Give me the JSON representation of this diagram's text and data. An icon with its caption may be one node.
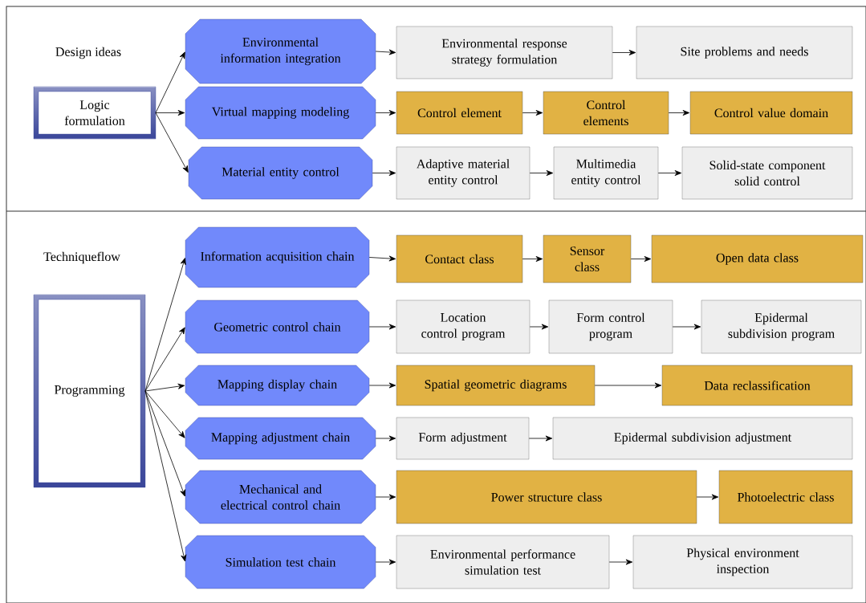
{
  "diagram": {
    "nodes": [
      {
        "text": [
          "Logic formulation"
        ]
      },
      {
        "text": [
          "Environmental information integration"
        ]
      },
      {
        "text": [
          "Virtual mapping modeling"
        ]
      },
      {
        "text": [
          "Material entity control"
        ]
      },
      {
        "text": [
          "Environmental response strategy formulation"
        ]
      },
      {
        "text": [
          "Site problems and needs"
        ]
      },
      {
        "text": [
          "Control element"
        ]
      },
      {
        "text": [
          "Control elements"
        ]
      },
      {
        "text": [
          "Control value domain"
        ]
      },
      {
        "text": [
          "Adaptive material entity control"
        ]
      },
      {
        "text": [
          "Multimedia entity control"
        ]
      },
      {
        "text": [
          "Solid-state component solid control"
        ]
      },
      {
        "text": [
          "Programming"
        ]
      },
      {
        "text": [
          "Information acquisition chain"
        ]
      },
      {
        "text": [
          "Geometric control chain"
        ]
      },
      {
        "text": [
          "Mapping display chain"
        ]
      },
      {
        "text": [
          "Mapping adjustment chain"
        ]
      },
      {
        "text": [
          "Mechanical and electrical control chain"
        ]
      },
      {
        "text": [
          "Simulation test chain"
        ]
      },
      {
        "text": [
          "Contact class"
        ]
      },
      {
        "text": [
          "Sensor class"
        ]
      },
      {
        "text": [
          "Open data class"
        ]
      },
      {
        "text": [
          "Location control program"
        ]
      },
      {
        "text": [
          "Form control program"
        ]
      },
      {
        "text": [
          "Epidermal subdivision program"
        ]
      },
      {
        "text": [
          "Spatial geometric diagrams"
        ]
      },
      {
        "text": [
          "Data reclassification"
        ]
      },
      {
        "text": [
          "Form adjustment"
        ]
      },
      {
        "text": [
          "Epidermal subdivision adjustment"
        ]
      },
      {
        "text": [
          "Power structure class"
        ]
      },
      {
        "text": [
          "Photoelectric class"
        ]
      },
      {
        "text": [
          "Environmental performance simulation test"
        ]
      },
      {
        "text": [
          "Physical environment inspection"
        ]
      }
    ],
    "edges": [
      {
        "from": 0,
        "to": 1,
        "arrow": "to"
      },
      {
        "from": 0,
        "to": 2,
        "arrow": "to"
      },
      {
        "from": 0,
        "to": 3,
        "arrow": "to"
      },
      {
        "from": 1,
        "to": 4,
        "arrow": "to"
      },
      {
        "from": 4,
        "to": 5,
        "arrow": "to"
      },
      {
        "from": 2,
        "to": 6,
        "arrow": "to"
      },
      {
        "from": 6,
        "to": 7,
        "arrow": "to"
      },
      {
        "from": 7,
        "to": 8,
        "arrow": "to"
      },
      {
        "from": 3,
        "to": 9,
        "arrow": "to"
      },
      {
        "from": 9,
        "to": 10,
        "arrow": "to"
      },
      {
        "from": 10,
        "to": 11,
        "arrow": "to"
      },
      {
        "from": 12,
        "to": 13,
        "arrow": "to"
      },
      {
        "from": 12,
        "to": 14,
        "arrow": "to"
      },
      {
        "from": 12,
        "to": 15,
        "arrow": "to"
      },
      {
        "from": 12,
        "to": 16,
        "arrow": "to"
      },
      {
        "from": 12,
        "to": 17,
        "arrow": "to"
      },
      {
        "from": 12,
        "to": 18,
        "arrow": "to"
      },
      {
        "from": 13,
        "to": 19,
        "arrow": "to"
      },
      {
        "from": 19,
        "to": 20,
        "arrow": "to"
      },
      {
        "from": 20,
        "to": 21,
        "arrow": "to"
      },
      {
        "from": 14,
        "to": 22,
        "arrow": "to"
      },
      {
        "from": 22,
        "to": 23,
        "arrow": "to"
      },
      {
        "from": 23,
        "to": 24,
        "arrow": "to"
      },
      {
        "from": 15,
        "to": 25,
        "arrow": "to"
      },
      {
        "from": 25,
        "to": 26,
        "arrow": "to"
      },
      {
        "from": 16,
        "to": 27,
        "arrow": "to"
      },
      {
        "from": 27,
        "to": 28,
        "arrow": "to"
      },
      {
        "from": 17,
        "to": 29,
        "arrow": "to"
      },
      {
        "from": 29,
        "to": 30,
        "arrow": "to"
      },
      {
        "from": 18,
        "to": 31,
        "arrow": "to"
      },
      {
        "from": 31,
        "to": 32,
        "arrow": "to"
      }
    ],
    "labels": [
      "Design ideas",
      "Techniqueflow"
    ]
  }
}
